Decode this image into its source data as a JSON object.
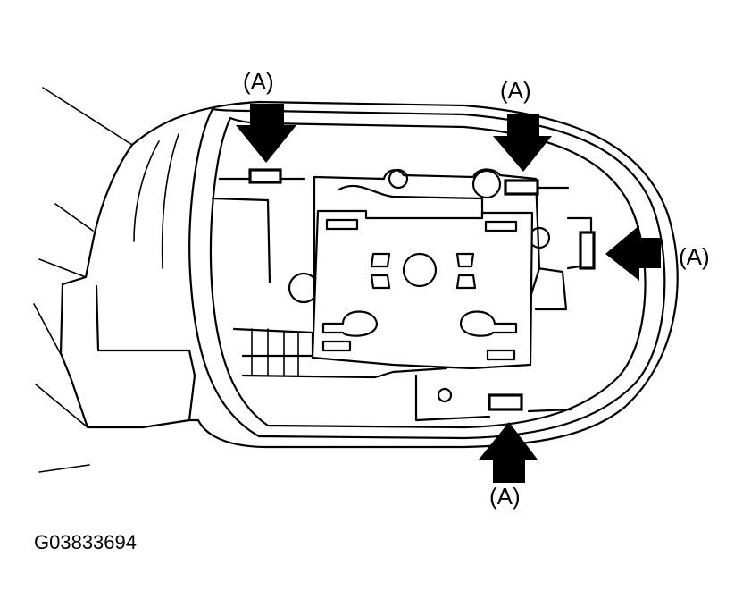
{
  "callouts": {
    "top_left": "(A)",
    "top_right": "(A)",
    "right": "(A)",
    "bottom": "(A)"
  },
  "figure_code": "G03833694",
  "colors": {
    "ink": "#000000",
    "paper": "#ffffff"
  }
}
